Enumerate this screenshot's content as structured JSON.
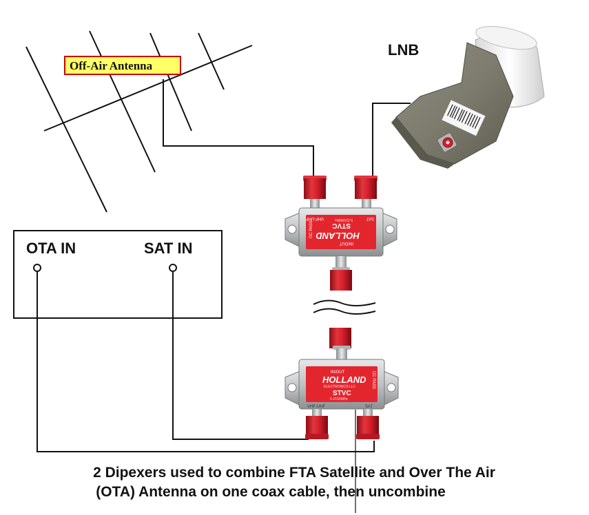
{
  "antenna": {
    "label": "Off-Air Antenna"
  },
  "lnb": {
    "label": "LNB"
  },
  "receiver": {
    "ota_label": "OTA IN",
    "sat_label": "SAT IN"
  },
  "diplexer_top": {
    "brand": "HOLLAND",
    "model": "STVC",
    "in_out_label": "IN/OUT",
    "dc_pass_label": "DC PASS",
    "sat_label": "SAT",
    "vhf_uhf_label": "VHF-UHF",
    "freq_label": "5-2150MHz"
  },
  "diplexer_bottom": {
    "brand": "HOLLAND",
    "model": "STVC",
    "in_out_label": "IN/OUT",
    "dc_pass_label": "DC PASS",
    "sat_label": "SAT",
    "vhf_uhf_label": "VHF-UHF",
    "freq_label": "5-2150MHz",
    "company_label": "ELECTRONICS LLC"
  },
  "caption": {
    "line1": "2 Dipexers used to combine FTA Satellite and Over The Air",
    "line2": "(OTA) Antenna on one coax cable, then uncombine"
  },
  "colors": {
    "connector_red": "#d4202c",
    "body_silver": "#bfc2c4",
    "label_red": "#e3262e",
    "lnb_gray": "#7d7c6e",
    "antenna_label_bg": "#ffff66",
    "antenna_label_border": "#cc0000"
  }
}
